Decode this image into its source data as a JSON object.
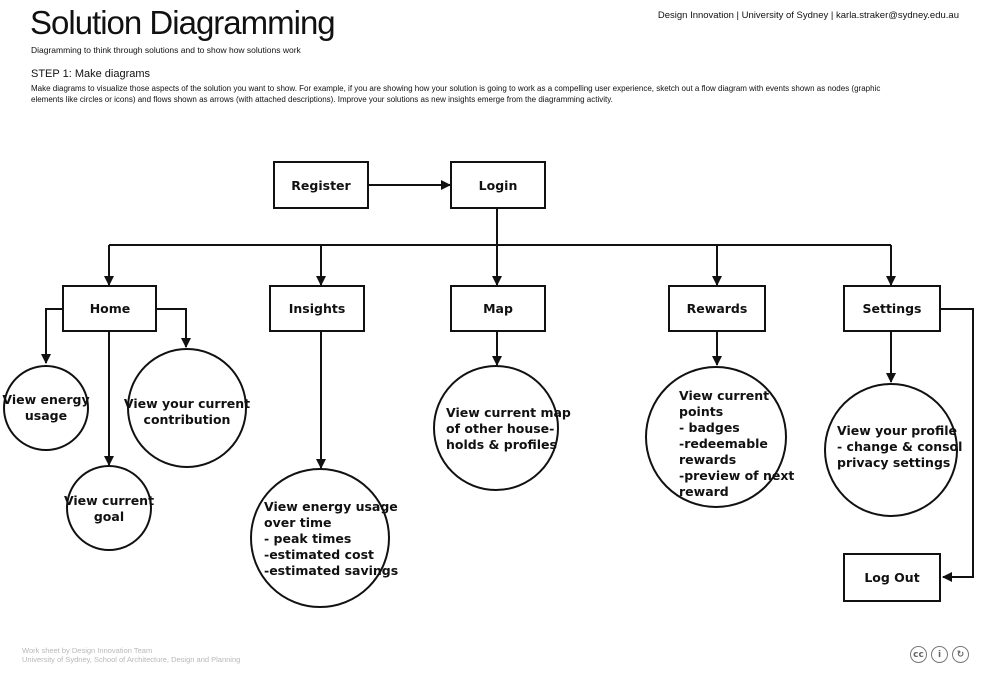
{
  "header": {
    "title": "Solution Diagramming",
    "subtitle": "Diagramming to think through solutions and to show how solutions work",
    "credit": "Design Innovation | University of Sydney | karla.straker@sydney.edu.au"
  },
  "step": {
    "title": "STEP 1: Make diagrams",
    "description": "Make diagrams to visualize those aspects of the solution you want to show. For example, if you are showing how your solution is going to work as a compelling user experience, sketch out a flow diagram with events shown as nodes (graphic elements like circles or icons) and flows shown as arrows (with attached descriptions). Improve your solutions as new insights emerge from the diagramming activity."
  },
  "diagram": {
    "register": [
      "Register"
    ],
    "login": [
      "Login"
    ],
    "home": [
      "Home"
    ],
    "insights": [
      "Insights"
    ],
    "map": [
      "Map"
    ],
    "rewards": [
      "Rewards"
    ],
    "settings": [
      "Settings"
    ],
    "logout": [
      "Log Out"
    ],
    "energy_usage": [
      "View energy",
      "usage"
    ],
    "current_goal": [
      "View current",
      "goal"
    ],
    "contribution": [
      "View your current",
      "contribution"
    ],
    "energy_over_time": [
      "View energy usage",
      "over time",
      "- peak times",
      "-estimated cost",
      "-estimated savings"
    ],
    "current_map": [
      "View current map",
      "of other house-",
      "holds & profiles"
    ],
    "points": [
      "View current",
      "points",
      "- badges",
      "-redeemable",
      "rewards",
      "-preview of next",
      "reward"
    ],
    "profile": [
      "View your profile",
      "- change & consol",
      "privacy settings"
    ]
  },
  "footer": {
    "line1": "Work sheet by Design Innovation Team",
    "line2": "University of Sydney, School of Architecture, Design and Planning"
  },
  "license": {
    "icons": [
      "cc-icon",
      "by-icon",
      "sa-icon"
    ],
    "glyphs": [
      "cc",
      "i",
      "↻"
    ]
  }
}
